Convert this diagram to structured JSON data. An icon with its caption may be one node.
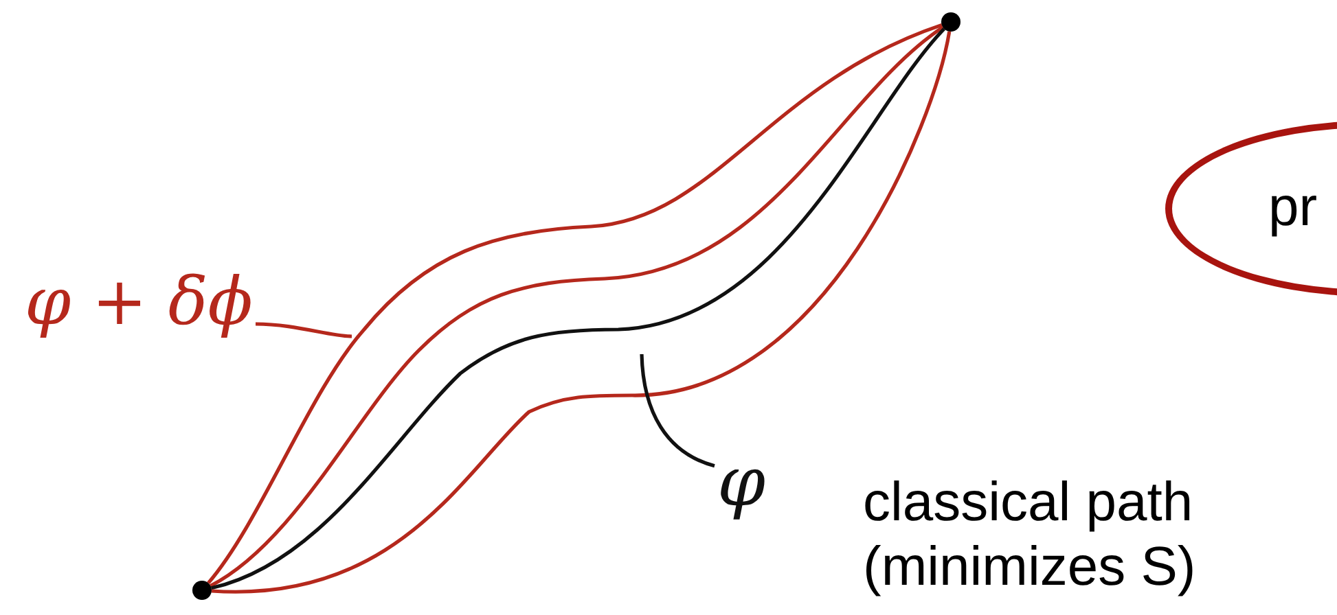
{
  "diagram": {
    "nodes": [
      {
        "text": [],
        "shape": "circle"
      },
      {
        "text": [],
        "shape": "circle"
      },
      {
        "text": [
          "φ + δϕ"
        ]
      },
      {
        "text": [
          "φ"
        ]
      },
      {
        "text": [
          "pr"
        ]
      }
    ],
    "edges": [
      {
        "from": 0,
        "to": 1,
        "arrow": "none"
      },
      {
        "from": 0,
        "to": 1,
        "arrow": "none"
      },
      {
        "from": 0,
        "to": 1,
        "arrow": "none",
        "color": "#111111"
      },
      {
        "from": 0,
        "to": 1,
        "arrow": "none"
      },
      {
        "from": 2,
        "to": null,
        "arrow": "none"
      },
      {
        "from": 3,
        "to": null,
        "arrow": "none",
        "color": "#111111"
      }
    ],
    "labels": [
      "classical path (minimizes S)"
    ]
  }
}
